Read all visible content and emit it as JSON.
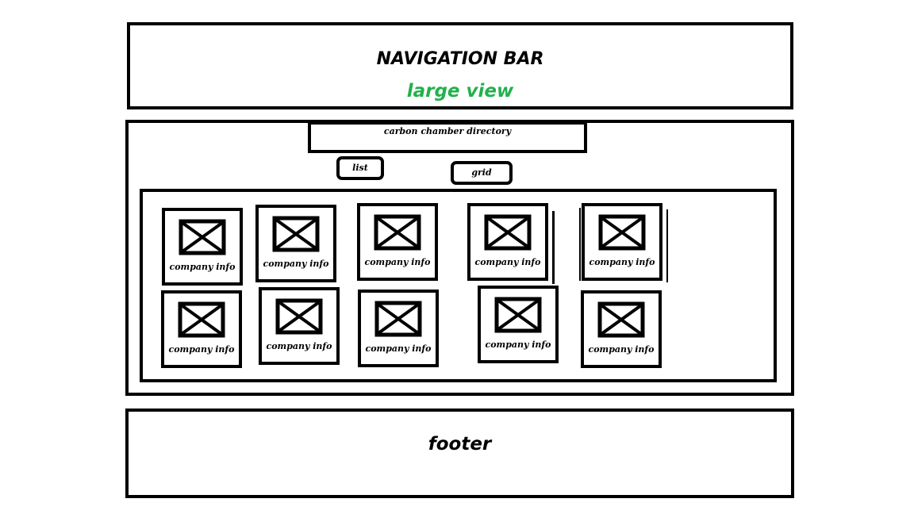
{
  "nav": {
    "title": "NAVIGATION BAR",
    "subtitle": "large view",
    "subtitle_color": "#22b14c"
  },
  "main": {
    "directory_title": "carbon chamber directory",
    "view_toggles": {
      "list_label": "list",
      "grid_label": "grid"
    },
    "cards": [
      {
        "label": "company info",
        "icon": "image-placeholder-icon"
      },
      {
        "label": "company info",
        "icon": "image-placeholder-icon"
      },
      {
        "label": "company info",
        "icon": "image-placeholder-icon"
      },
      {
        "label": "company info",
        "icon": "image-placeholder-icon"
      },
      {
        "label": "company info",
        "icon": "image-placeholder-icon"
      },
      {
        "label": "company info",
        "icon": "image-placeholder-icon"
      },
      {
        "label": "company info",
        "icon": "image-placeholder-icon"
      },
      {
        "label": "company info",
        "icon": "image-placeholder-icon"
      },
      {
        "label": "company info",
        "icon": "image-placeholder-icon"
      },
      {
        "label": "company info",
        "icon": "image-placeholder-icon"
      }
    ]
  },
  "footer": {
    "label": "footer"
  }
}
